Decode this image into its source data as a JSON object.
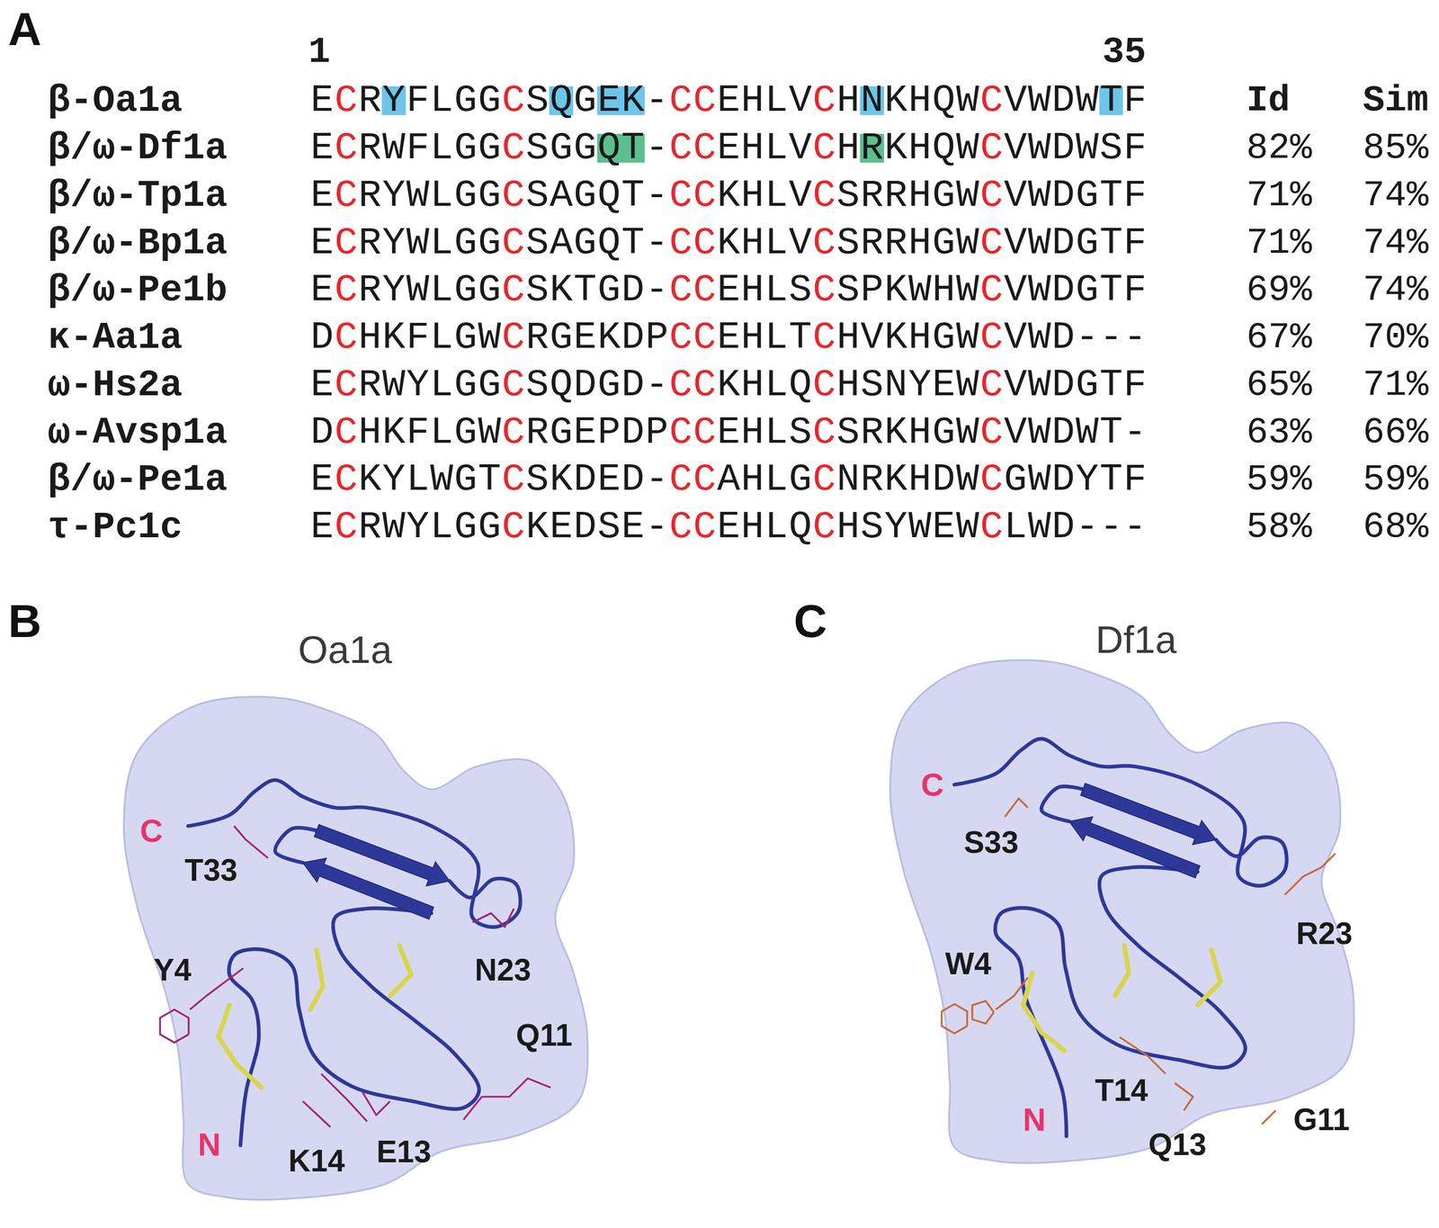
{
  "diagram": {
    "labels": [
      "A",
      "1",
      "35",
      "β-Oa1a",
      "ECRYFLGGCSQGEK-CCEHLVCHNKHQWCVWDWTF",
      "Id",
      "Sim",
      "β/ω-Df1a",
      "ECRWFLGGCSGGQT-CCEHLVCHRKHQWCVWDWSF",
      "82%",
      "85%",
      "β/ω-Tp1a",
      "ECRYWLGGCSAGQT-CCKHLVCSRRHGWCVWDGTF",
      "71%",
      "74%",
      "β/ω-Bp1a",
      "ECRYWLGGCSAGQT-CCKHLVCSRRHGWCVWDGTF",
      "71%",
      "74%",
      "β/ω-Pe1b",
      "ECRYWLGGCSKTGD-CCEHLSCSPKWHWCVWDGTF",
      "69%",
      "74%",
      "κ-Aa1a",
      "DCHKFLGWCRGEKDPCCEHLTCHVKHGWCVWD---",
      "67%",
      "70%",
      "ω-Hs2a",
      "ECRWYLGGCSQDGD-CCKHLQCHSNYEWCVWDGTF",
      "65%",
      "71%",
      "ω-Avsp1a",
      "DCHKFLGWCRGEPDPCCEHLSCSRKHGWCVWDWT-",
      "63%",
      "66%",
      "β/ω-Pe1a",
      "ECKYLWGTCSKDED-CCAHLGCNRKHDWCGWDYTF",
      "59%",
      "59%",
      "τ-Pc1c",
      "ECRWYLGGCKEDSE-CCEHLQCHSYWEWCLWD---",
      "58%",
      "68%",
      "B",
      "Oa1a",
      "C",
      "Df1a",
      "C",
      "T33",
      "Y4",
      "N23",
      "Q11",
      "N",
      "K14",
      "E13",
      "C",
      "S33",
      "R23",
      "W4",
      "T14",
      "N",
      "G11",
      "Q13"
    ]
  }
}
